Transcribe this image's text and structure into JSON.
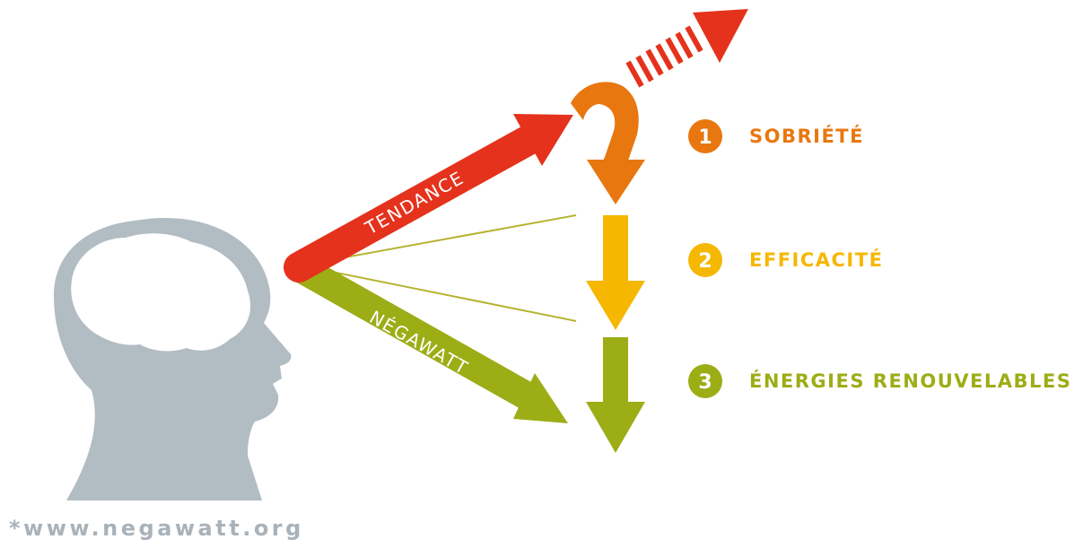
{
  "colors": {
    "head": "#b2bcc3",
    "brain": "#ffffff",
    "tendance": "#e5321c",
    "sobriete": "#e8770f",
    "efficacite": "#f6b700",
    "renouvelables": "#9cad16",
    "footer": "#a9b2b9"
  },
  "arrows": {
    "tendance_label": "TENDANCE",
    "negawatt_label": "NÉGAWATT"
  },
  "steps": [
    {
      "number": "1",
      "label": "SOBRIÉTÉ"
    },
    {
      "number": "2",
      "label": "EFFICACITÉ"
    },
    {
      "number": "3",
      "label": "ÉNERGIES RENOUVELABLES"
    }
  ],
  "footer": "*www.negawatt.org"
}
